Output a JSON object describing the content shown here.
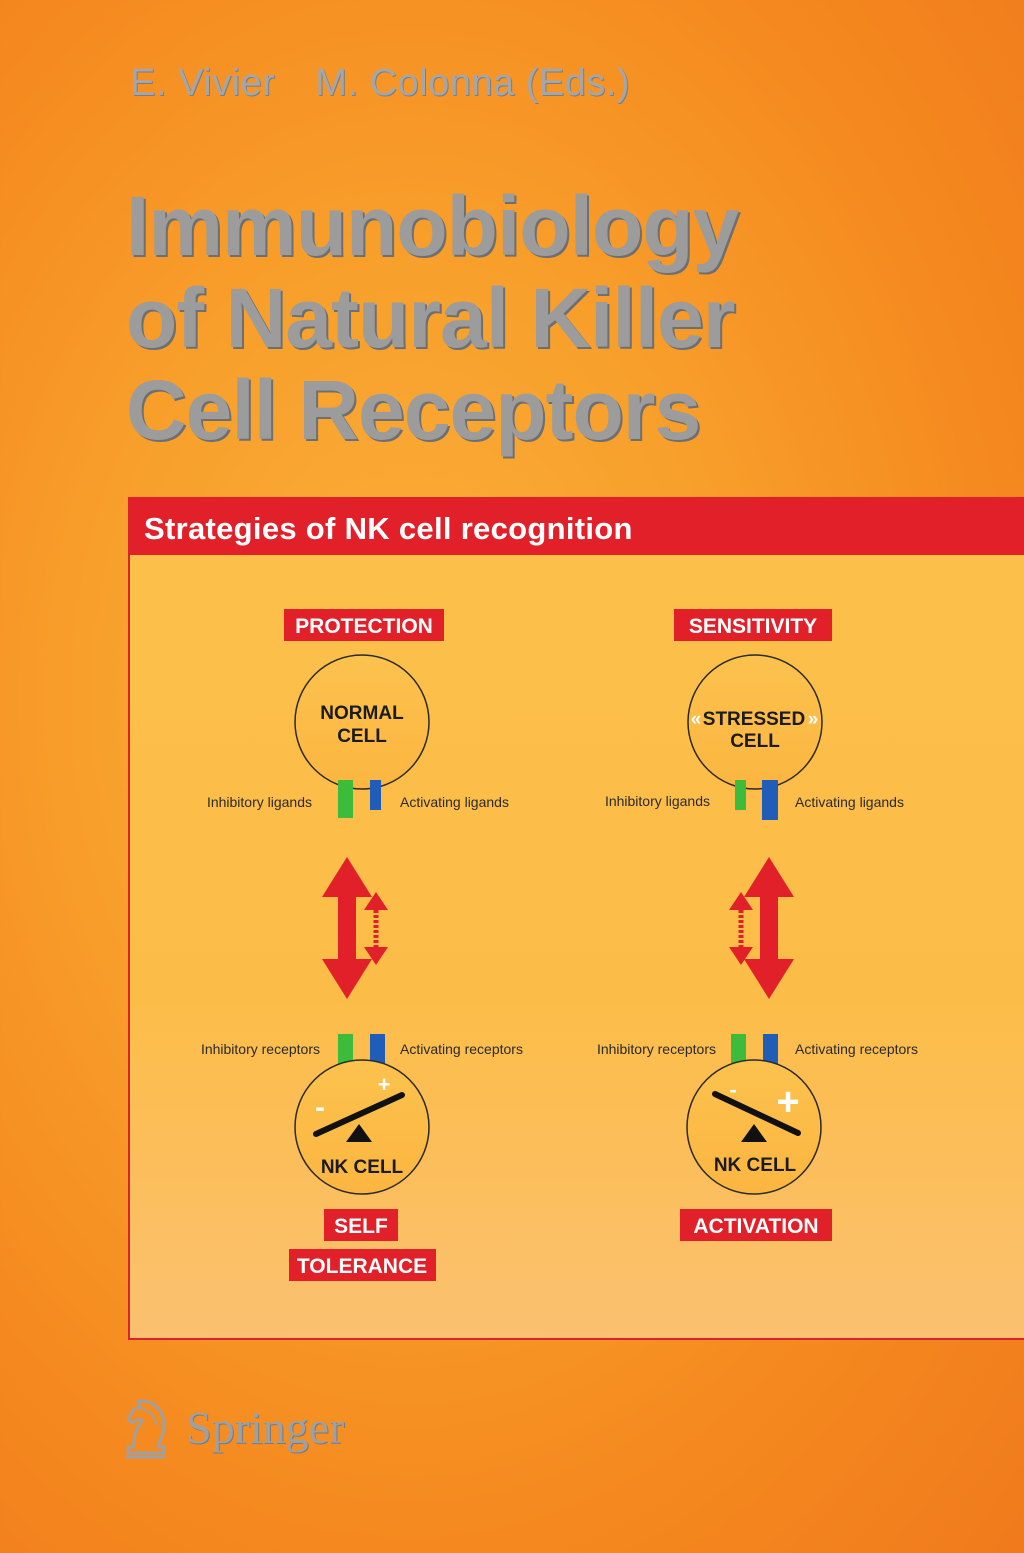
{
  "cover": {
    "authors": [
      "E. Vivier",
      "M. Colonna (Eds.)"
    ],
    "title_lines": [
      "Immunobiology",
      "of Natural Killer",
      "Cell Receptors"
    ],
    "publisher": "Springer"
  },
  "figure": {
    "heading": "Strategies of NK cell recognition",
    "left": {
      "top_tag": "PROTECTION",
      "target_cell": [
        "NORMAL",
        "CELL"
      ],
      "inhibitory_ligands": "Inhibitory ligands",
      "activating_ligands": "Activating ligands",
      "inhibitory_receptors": "Inhibitory receptors",
      "activating_receptors": "Activating receptors",
      "nk_cell": "NK CELL",
      "minus": "-",
      "plus": "+",
      "outcome": [
        "SELF",
        "TOLERANCE"
      ]
    },
    "right": {
      "top_tag": "SENSITIVITY",
      "target_cell": [
        "STRESSED",
        "CELL"
      ],
      "quote_open": "«",
      "quote_close": "»",
      "inhibitory_ligands": "Inhibitory ligands",
      "activating_ligands": "Activating ligands",
      "inhibitory_receptors": "Inhibitory receptors",
      "activating_receptors": "Activating receptors",
      "nk_cell": "NK CELL",
      "minus": "-",
      "plus": "+",
      "outcome": [
        "ACTIVATION"
      ]
    },
    "colors": {
      "accent_red": "#e1202a",
      "inhibitory_green": "#3dbb3a",
      "activating_blue": "#1f5db8",
      "title_gray": "#9c9c9c"
    }
  }
}
